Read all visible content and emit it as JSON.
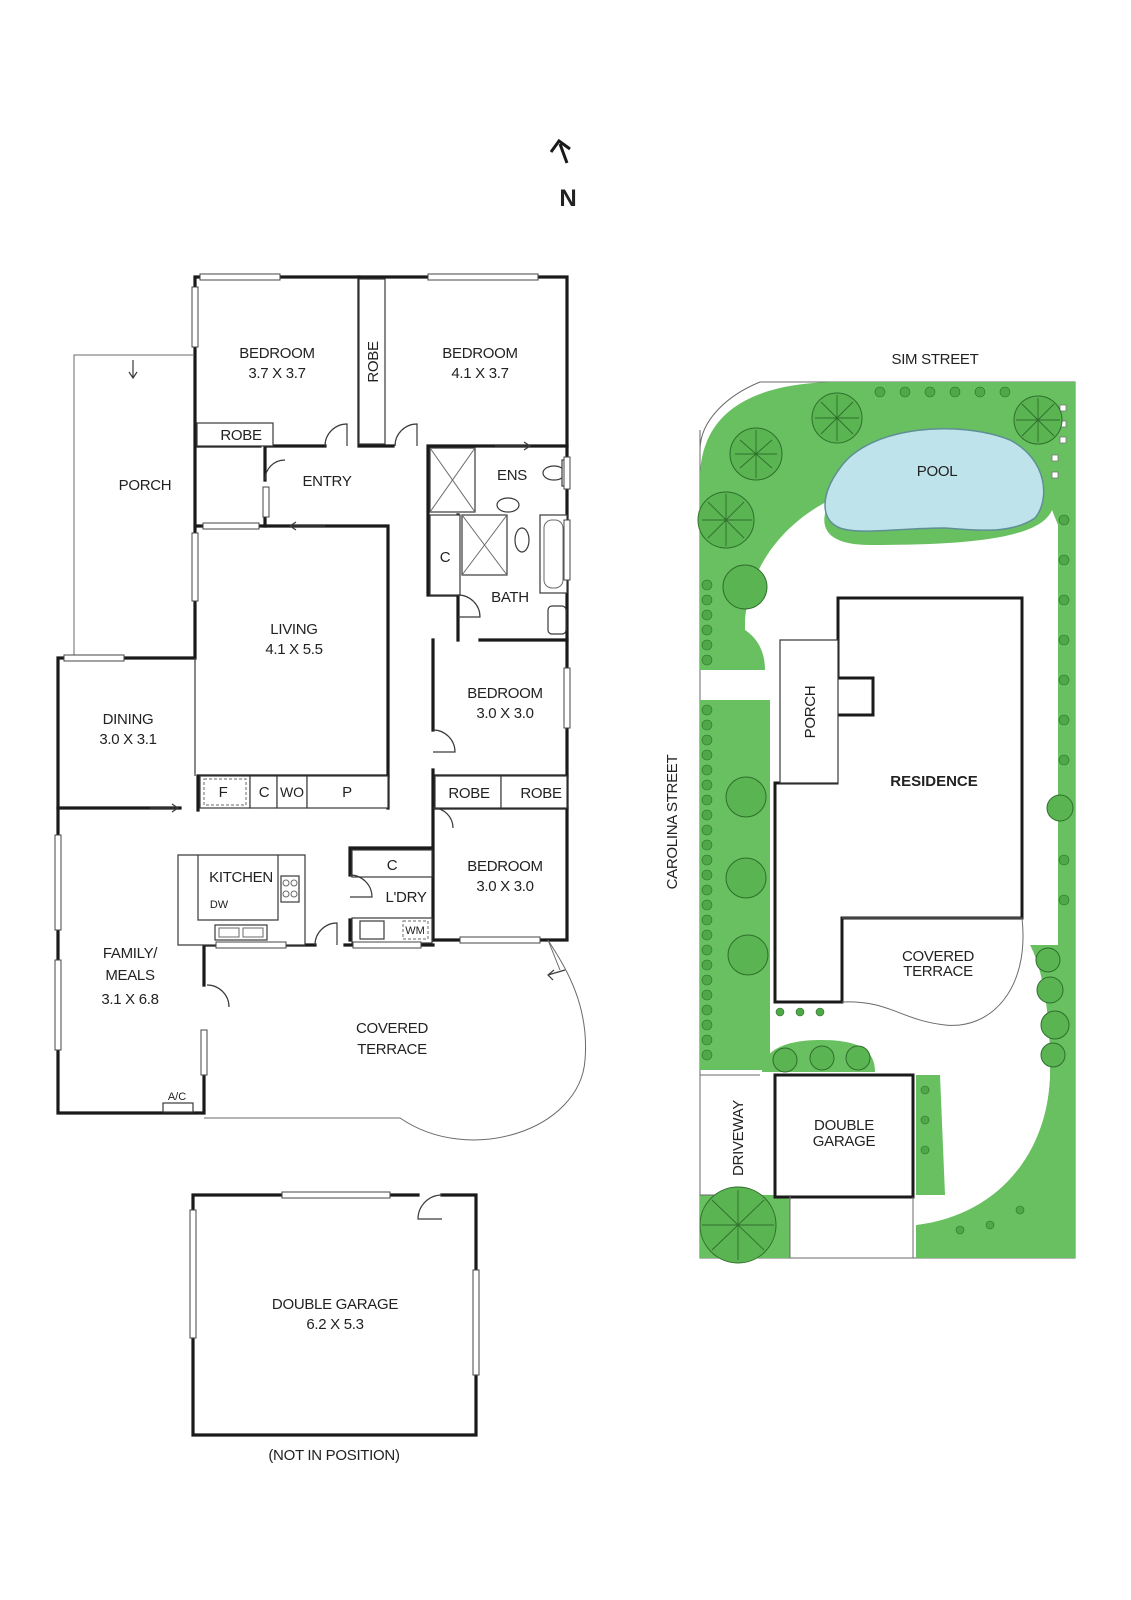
{
  "compass": {
    "label": "N"
  },
  "floor_plan": {
    "rooms": {
      "bedroom_nw": {
        "name": "BEDROOM",
        "size": "3.7 X 3.7"
      },
      "bedroom_ne": {
        "name": "BEDROOM",
        "size": "4.1 X 3.7"
      },
      "robe_nw": "ROBE",
      "robe_vertical": "ROBE",
      "porch": "PORCH",
      "entry": "ENTRY",
      "ens": "ENS",
      "c_bath": "C",
      "bath": "BATH",
      "living": {
        "name": "LIVING",
        "size": "4.1 X 5.5"
      },
      "dining": {
        "name": "DINING",
        "size": "3.0 X 3.1"
      },
      "bedroom_mid": {
        "name": "BEDROOM",
        "size": "3.0 X 3.0"
      },
      "robe_a": "ROBE",
      "robe_b": "ROBE",
      "pantry_f": "F",
      "pantry_c": "C",
      "pantry_wo": "WO",
      "pantry_p": "P",
      "kitchen": "KITCHEN",
      "dw": "DW",
      "c_laundry": "C",
      "laundry": "L'DRY",
      "wm": "WM",
      "bedroom_se": {
        "name": "BEDROOM",
        "size": "3.0 X 3.0"
      },
      "family": {
        "line1": "FAMILY/",
        "line2": "MEALS",
        "size": "3.1 X 6.8"
      },
      "ac": "A/C",
      "terrace": {
        "line1": "COVERED",
        "line2": "TERRACE"
      },
      "garage": {
        "name": "DOUBLE GARAGE",
        "size": "6.2 X 5.3"
      },
      "garage_note": "(NOT IN POSITION)"
    }
  },
  "site_plan": {
    "street_north": "SIM STREET",
    "street_west": "CAROLINA STREET",
    "pool": "POOL",
    "porch": "PORCH",
    "residence": "RESIDENCE",
    "terrace": {
      "line1": "COVERED",
      "line2": "TERRACE"
    },
    "driveway": "DRIVEWAY",
    "garage": {
      "line1": "DOUBLE",
      "line2": "GARAGE"
    }
  }
}
